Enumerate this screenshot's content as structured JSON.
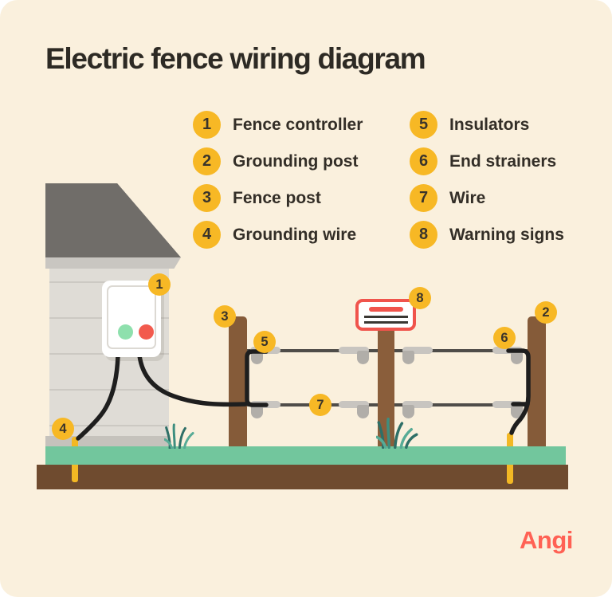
{
  "title": "Electric fence wiring diagram",
  "brand": {
    "logo_text": "Angi"
  },
  "legend": {
    "columns": [
      {
        "items": [
          {
            "number": "1",
            "label": "Fence controller"
          },
          {
            "number": "2",
            "label": "Grounding post"
          },
          {
            "number": "3",
            "label": "Fence post"
          },
          {
            "number": "4",
            "label": "Grounding wire"
          }
        ]
      },
      {
        "items": [
          {
            "number": "5",
            "label": "Insulators"
          },
          {
            "number": "6",
            "label": "End strainers"
          },
          {
            "number": "7",
            "label": "Wire"
          },
          {
            "number": "8",
            "label": "Warning signs"
          }
        ]
      }
    ]
  },
  "diagram": {
    "marker_numbers": [
      "1",
      "2",
      "3",
      "4",
      "5",
      "6",
      "7",
      "8"
    ]
  },
  "colors": {
    "background_cream": "#FAF0DD",
    "badge_yellow": "#F7B825",
    "badge_text": "#3A342B",
    "heading_text": "#2D2A24",
    "roof_gray": "#706D69",
    "wall_gray": "#DFDCD6",
    "post_brown": "#855B39",
    "dirt_brown": "#6F4B2F",
    "grass_green": "#72C69D",
    "fence_wire_gray": "#4F4D49",
    "insulator_gray": "#C8C5C0",
    "black_wire": "#1E1E1E",
    "sign_red": "#F0544C",
    "controller_light_green": "#8EE0AD",
    "controller_light_red": "#F25A4D",
    "ground_rod_yellow": "#F3B824",
    "logo_coral": "#FF6154"
  }
}
